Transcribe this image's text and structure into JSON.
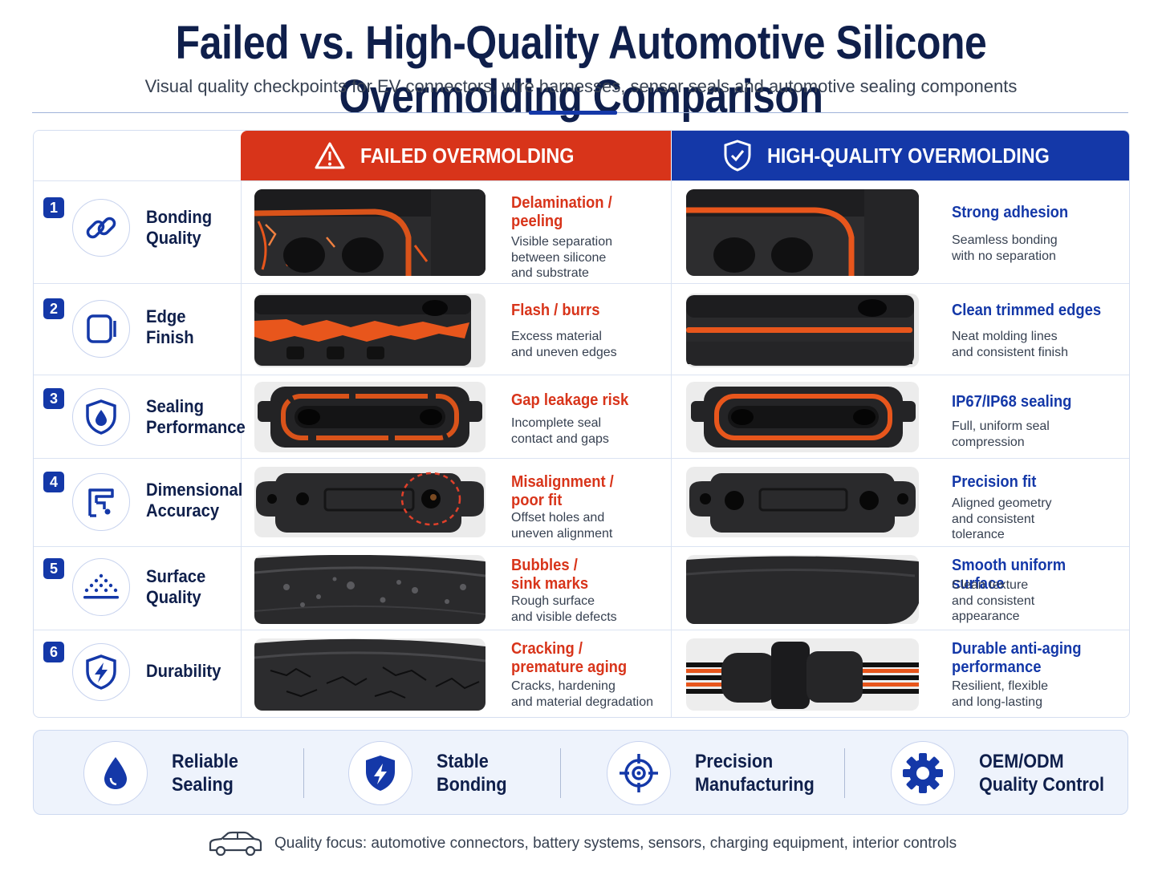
{
  "title": "Failed vs. High-Quality Automotive Silicone Overmolding Comparison",
  "subtitle": "Visual quality checkpoints for EV connectors, wire harnesses, sensor seals and automotive sealing components",
  "headers": {
    "failed": "FAILED OVERMOLDING",
    "failed_icon": "warning-triangle-icon",
    "good": "HIGH-QUALITY OVERMOLDING",
    "good_icon": "shield-check-icon"
  },
  "colors": {
    "navy": "#0f1f4b",
    "accent_blue": "#1438a8",
    "accent_red": "#d8341a",
    "silicone_orange": "#e8561c"
  },
  "rows": [
    {
      "num": "1",
      "icon": "chain-link-icon",
      "label": "Bonding\nQuality",
      "failed_title": "Delamination /\npeeling",
      "failed_body": "Visible separation\nbetween silicone\nand substrate",
      "good_title": "Strong adhesion",
      "good_body": "Seamless bonding\nwith no separation"
    },
    {
      "num": "2",
      "icon": "edge-corner-icon",
      "label": "Edge\nFinish",
      "failed_title": "Flash / burrs",
      "failed_body": "Excess material\nand uneven edges",
      "good_title": "Clean trimmed edges",
      "good_body": "Neat molding lines\nand consistent finish"
    },
    {
      "num": "3",
      "icon": "shield-drop-icon",
      "label": "Sealing\nPerformance",
      "failed_title": "Gap leakage risk",
      "failed_body": "Incomplete seal\ncontact and gaps",
      "good_title": "IP67/IP68 sealing",
      "good_body": "Full, uniform seal\ncompression"
    },
    {
      "num": "4",
      "icon": "caliper-icon",
      "label": "Dimensional\nAccuracy",
      "failed_title": "Misalignment /\npoor fit",
      "failed_body": "Offset holes and\nuneven alignment",
      "good_title": "Precision fit",
      "good_body": "Aligned geometry\nand consistent\ntolerance"
    },
    {
      "num": "5",
      "icon": "surface-dots-icon",
      "label": "Surface\nQuality",
      "failed_title": "Bubbles /\nsink marks",
      "failed_body": "Rough surface\nand visible defects",
      "good_title": "Smooth uniform surface",
      "good_body": "Clean texture\nand consistent\nappearance"
    },
    {
      "num": "6",
      "icon": "shield-bolt-icon",
      "label": "Durability",
      "failed_title": "Cracking /\npremature aging",
      "failed_body": "Cracks, hardening\nand material degradation",
      "good_title": "Durable anti-aging\nperformance",
      "good_body": "Resilient, flexible\nand long-lasting"
    }
  ],
  "features": [
    {
      "icon": "water-drop-icon",
      "label": "Reliable\nSealing"
    },
    {
      "icon": "shield-bolt-icon",
      "label": "Stable\nBonding"
    },
    {
      "icon": "target-crosshair-icon",
      "label": "Precision\nManufacturing"
    },
    {
      "icon": "gear-icon",
      "label": "OEM/ODM\nQuality Control"
    }
  ],
  "footer": {
    "icon": "car-icon",
    "text": "Quality focus: automotive connectors, battery systems, sensors, charging equipment, interior controls"
  }
}
